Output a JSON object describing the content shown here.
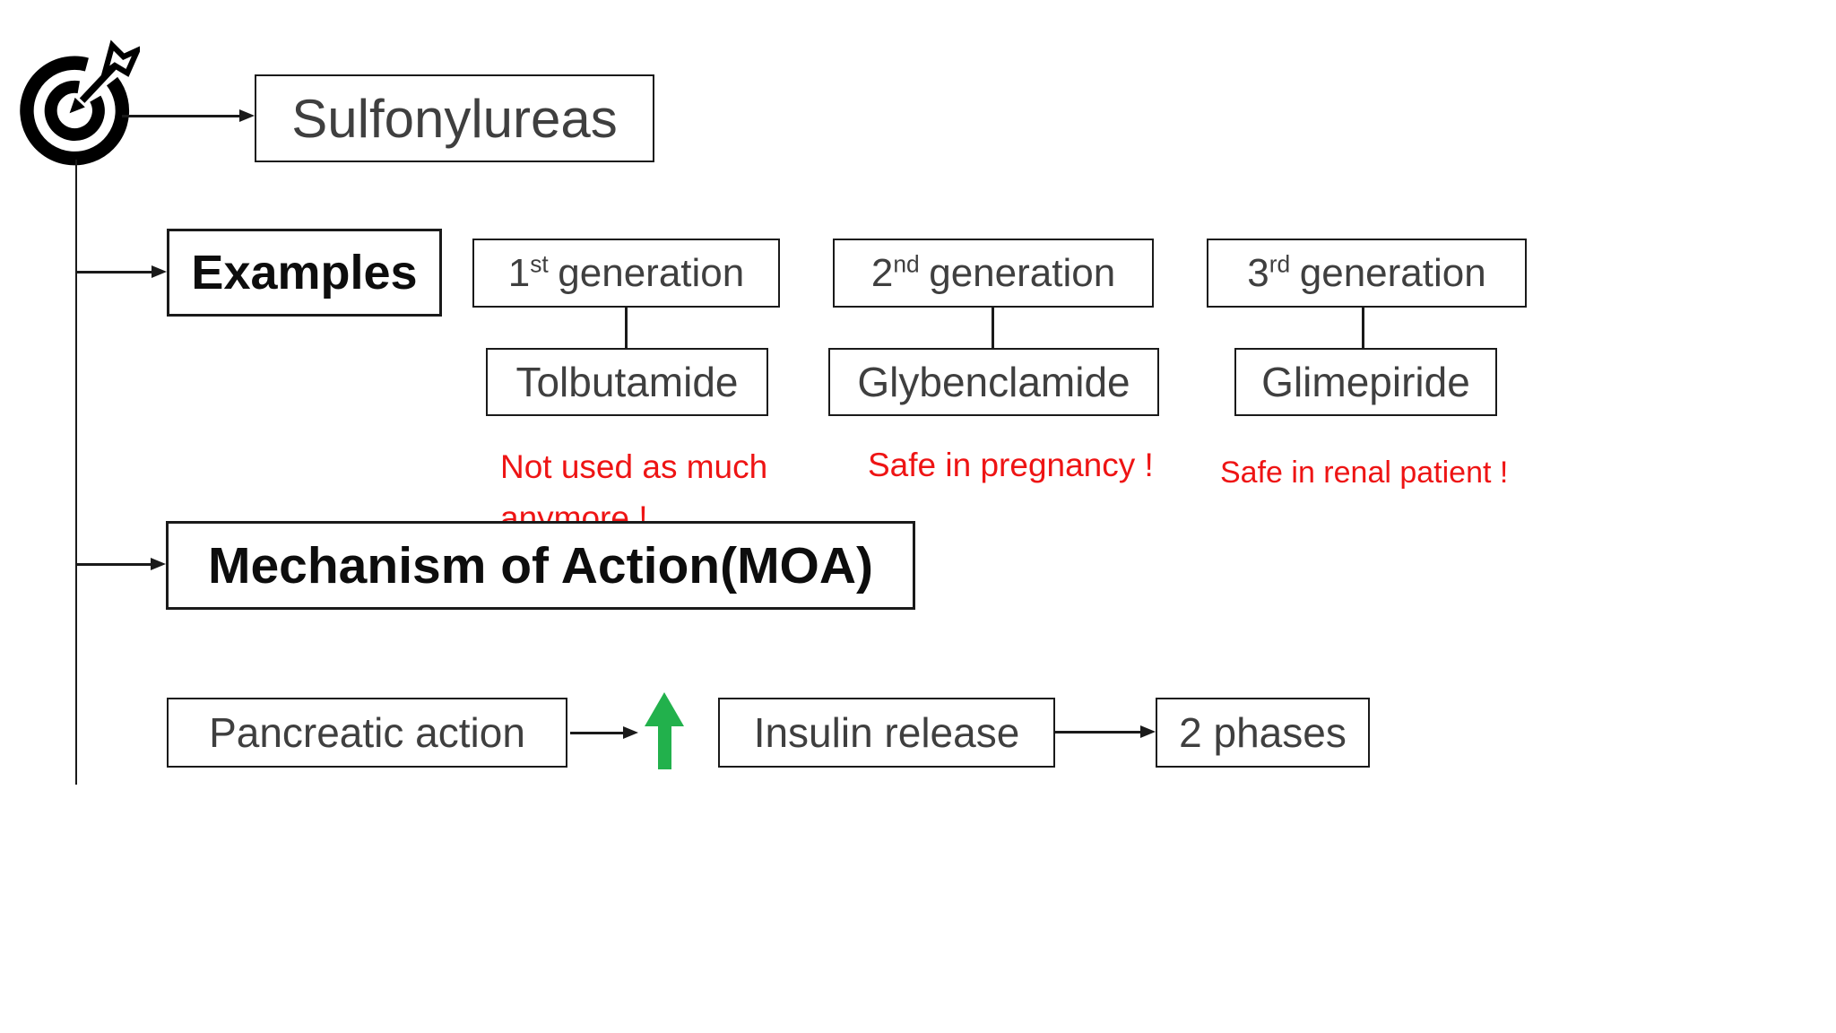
{
  "slide": {
    "icon": "target-dart-icon",
    "title_box": "Sulfonylureas",
    "examples": {
      "label": "Examples",
      "generations": [
        {
          "ordinal": "1",
          "suffix": "st",
          "word": "generation",
          "drug": "Tolbutamide",
          "note_lines": [
            "Not used as much",
            "anymore !"
          ]
        },
        {
          "ordinal": "2",
          "suffix": "nd",
          "word": "generation",
          "drug": "Glybenclamide",
          "note_lines": [
            "Safe in pregnancy !"
          ]
        },
        {
          "ordinal": "3",
          "suffix": "rd",
          "word": "generation",
          "drug": "Glimepiride",
          "note_lines": [
            "Safe in renal patient !"
          ]
        }
      ]
    },
    "moa": {
      "label": "Mechanism of Action(MOA)",
      "flow": {
        "step1": "Pancreatic action",
        "increase_icon": "green-up-arrow-icon",
        "step2": "Insulin release",
        "step3": "2 phases"
      }
    },
    "colors": {
      "line": "#1a1a1a",
      "box_text": "#3f3f3f",
      "bold_text": "#0d0d0d",
      "note_red": "#ee1414",
      "green_arrow": "#22b14c"
    }
  }
}
